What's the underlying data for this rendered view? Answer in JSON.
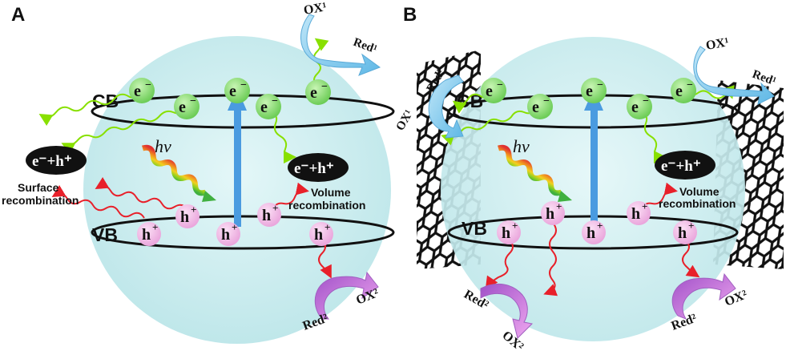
{
  "panels": [
    {
      "letter": "A",
      "cb": "CB",
      "vb": "VB",
      "electron": "e",
      "hole": "h",
      "photon": "hν",
      "surface_recomb": "e⁻+h⁺",
      "volume_recomb": "e⁻+h⁺",
      "surface_label_1": "Surface",
      "surface_label_2": "recombination",
      "volume_label_1": "Volume",
      "volume_label_2": "recombination",
      "ox1": "OX¹",
      "red1": "Red¹",
      "ox2": "OX²",
      "red2": "Red²"
    },
    {
      "letter": "B",
      "cb": "CB",
      "vb": "VB",
      "electron": "e",
      "hole": "h",
      "photon": "hν",
      "volume_recomb": "e⁻+h⁺",
      "volume_label_1": "Volume",
      "volume_label_2": "recombination",
      "ox1_right": "OX¹",
      "red1_right": "Red¹",
      "ox1_left": "OX¹",
      "red1_left": "Red¹",
      "red2_left": "Red²",
      "ox2_left": "OX²",
      "red2_right": "Red²",
      "ox2_right": "OX²"
    }
  ],
  "colors": {
    "sphere": "#cdeef0",
    "electron": "#7fd66a",
    "hole": "#f2b4e4",
    "excite_arrow": "#4a9be0",
    "green_wave": "#88e000",
    "red_wave": "#e8202a",
    "ox1_arrow": "#7ec8ec",
    "ox2_arrow": "#c070d8"
  }
}
